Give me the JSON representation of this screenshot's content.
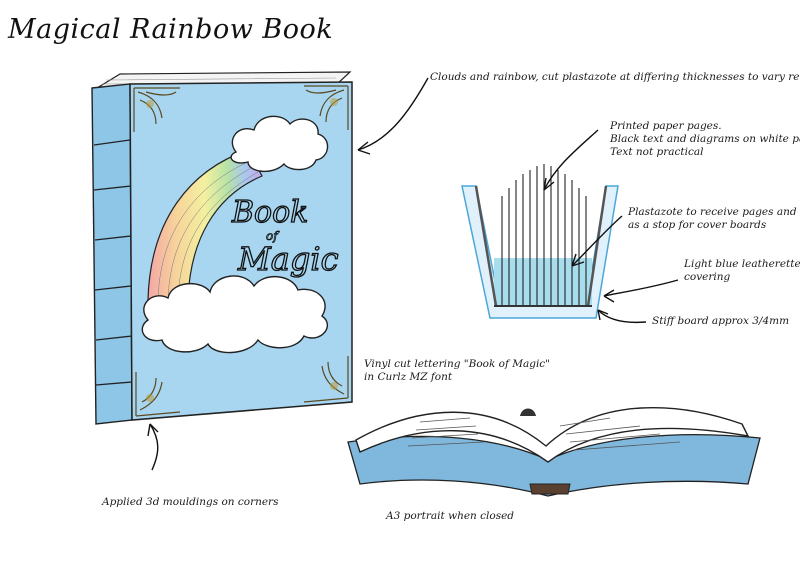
{
  "title": "Magical Rainbow Book",
  "cover_text": {
    "word1": "Book",
    "word2": "of",
    "word3": "Magic"
  },
  "annotations": {
    "clouds_rainbow": "Clouds and rainbow, cut plastazote at differing thicknesses to vary relief",
    "printed_pages": [
      "Printed paper pages.",
      "Black text and diagrams on white paper",
      "Text not practical"
    ],
    "plastazote": [
      "Plastazote to receive pages and act",
      "as a stop for cover boards"
    ],
    "leatherette": [
      "Light blue leatherette",
      "covering"
    ],
    "stiff_board": "Stiff board approx 3/4mm",
    "vinyl_lettering": [
      "Vinyl cut lettering \"Book of Magic\"",
      "in Curlz MZ font"
    ],
    "mouldings": "Applied 3d mouldings on corners",
    "a3": "A3 portrait when closed"
  },
  "colors": {
    "cover_blue": "#a8d6f0",
    "cover_dark": "#7fb8dc",
    "ink": "#1a1a1a",
    "gold": "#b89a3a"
  }
}
